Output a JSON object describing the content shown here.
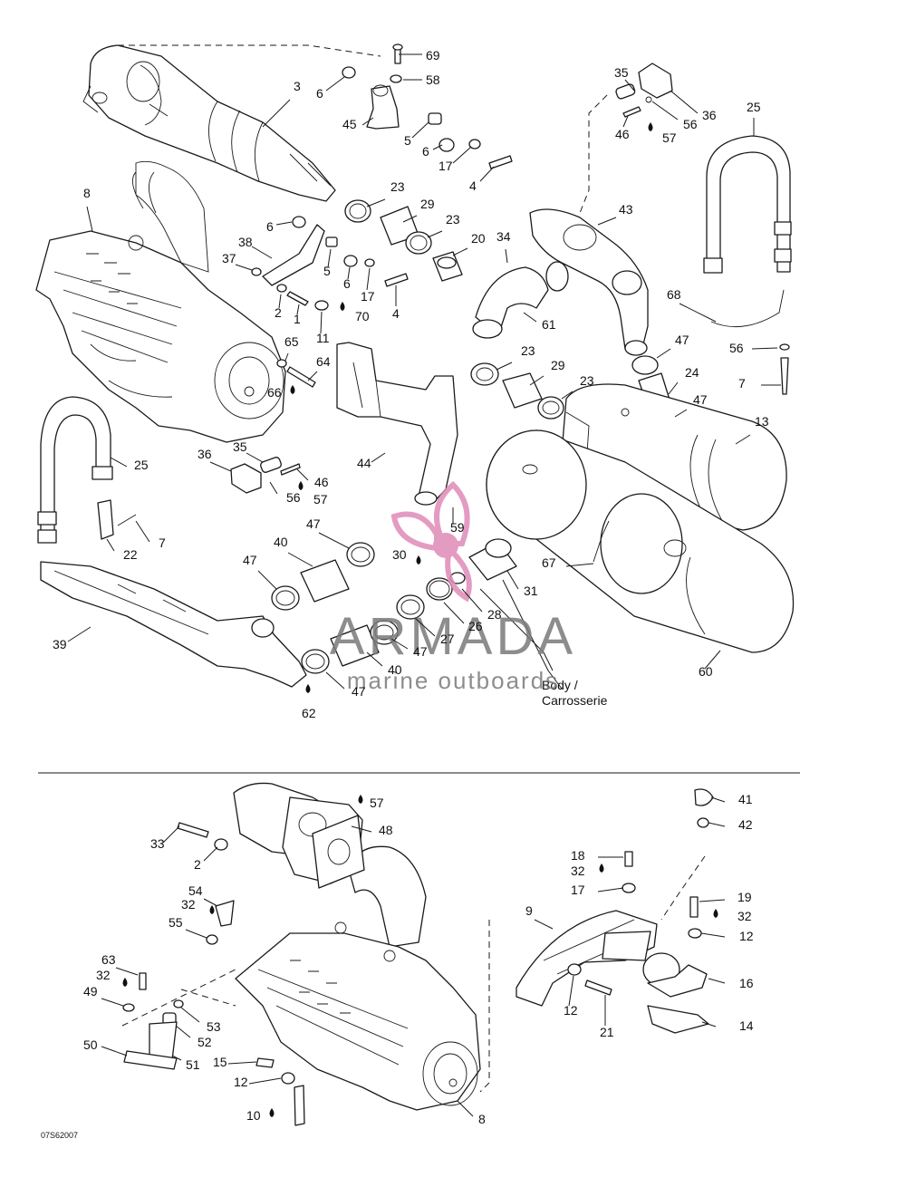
{
  "diagram": {
    "drawing_code": "07S62007",
    "note_lines": [
      "Body /",
      "Carrosserie"
    ],
    "watermark": {
      "brand": "ARMADA",
      "tagline": "marine outboards",
      "colors": {
        "logo_pink": "#e08ab8",
        "brand_gray": "#7a7a7a"
      }
    },
    "callouts": {
      "c69": "69",
      "c58": "58",
      "c3": "3",
      "c6a": "6",
      "c45": "45",
      "c5a": "5",
      "c6b": "6",
      "c17a": "17",
      "c4a": "4",
      "c35a": "35",
      "c36a": "36",
      "c56a": "56",
      "c46a": "46",
      "c57a": "57",
      "c25a": "25",
      "c8a": "8",
      "c23a": "23",
      "c29a": "29",
      "c23b": "23",
      "c20": "20",
      "c34": "34",
      "c43": "43",
      "c6c": "6",
      "c38": "38",
      "c37": "37",
      "c5b": "5",
      "c6d": "6",
      "c17b": "17",
      "c4b": "4",
      "c2a": "2",
      "c1": "1",
      "c70": "70",
      "c11": "11",
      "c68": "68",
      "c61": "61",
      "c56b": "56",
      "c65": "65",
      "c64": "64",
      "c66": "66",
      "c23c": "23",
      "c29b": "29",
      "c23d": "23",
      "c47a": "47",
      "c24": "24",
      "c7a": "7",
      "c47b": "47",
      "c13": "13",
      "c25b": "25",
      "c36b": "36",
      "c35b": "35",
      "c46b": "46",
      "c56c": "56",
      "c57b": "57",
      "c44": "44",
      "c59": "59",
      "c7b": "7",
      "c22": "22",
      "c47c": "47",
      "c40a": "40",
      "c30": "30",
      "c67": "67",
      "c47d": "47",
      "c31": "31",
      "c28a": "28",
      "c26": "26",
      "c27": "27",
      "c39": "39",
      "c47e": "47",
      "c40b": "40",
      "c47f": "47",
      "c60": "60",
      "c62": "62",
      "c57c": "57",
      "c48": "48",
      "c33": "33",
      "c2b": "2",
      "c41": "41",
      "c42": "42",
      "c18": "18",
      "c32a": "32",
      "c17c": "17",
      "c54": "54",
      "c32b": "32",
      "c55": "55",
      "c19": "19",
      "c32c": "32",
      "c9": "9",
      "c12a": "12",
      "c63": "63",
      "c32d": "32",
      "c49": "49",
      "c53": "53",
      "c52": "52",
      "c16": "16",
      "c12b": "12",
      "c21": "21",
      "c14": "14",
      "c50": "50",
      "c51": "51",
      "c15": "15",
      "c12c": "12",
      "c10": "10",
      "c8b": "8"
    },
    "icons": [
      "sealant-drop-icon",
      "propeller-logo-icon"
    ]
  }
}
